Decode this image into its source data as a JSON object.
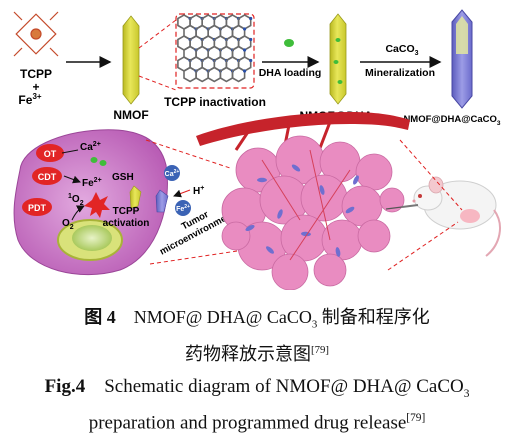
{
  "diagram": {
    "labels": {
      "tcpp": "TCPP",
      "plus": "+",
      "fe": "Fe",
      "fe_sup": "3+",
      "nmof": "NMOF",
      "tcpp_inactivation": "TCPP inactivation",
      "dha_loading": "DHA loading",
      "nmof_dha": "NMOF@DHA",
      "caco3": "CaCO",
      "caco3_sub": "3",
      "mineralization": "Mineralization",
      "nmof_dha_caco3": "NMOF@DHA@CaCO",
      "nmof_dha_caco3_sub": "3",
      "ot": "OT",
      "cdt": "CDT",
      "pdt": "PDT",
      "ca2": "Ca",
      "ca2_sup": "2+",
      "fe2": "Fe",
      "fe2_sup": "2+",
      "gsh": "GSH",
      "o2_singlet": "O",
      "o2_singlet_pre": "1",
      "o2_singlet_sub": "2",
      "o2": "O",
      "o2_sub": "2",
      "tcpp_activation_1": "TCPP",
      "tcpp_activation_2": "activation",
      "h_plus": "H",
      "h_plus_sup": "+",
      "ca_ion": "Ca",
      "ca_ion_sup": "2+",
      "fe_ion": "Fe",
      "fe_ion_sup": "2+",
      "tumor_1": "Tumor",
      "tumor_2": "microenvironment"
    },
    "colors": {
      "crystal_yellow": "#d9d83a",
      "crystal_blue": "#7f7fd6",
      "cell_fill": "#c879c4",
      "tumor_pink": "#e98cc1",
      "vessel_red": "#c6232b",
      "dashed_red": "#e02020"
    }
  },
  "caption": {
    "cn_fig_label": "图 4",
    "cn_line1_text": "NMOF@ DHA@ CaCO",
    "cn_line1_sub": "3",
    "cn_line1_rest": " 制备和程序化",
    "cn_line2_text": "药物释放示意图",
    "cn_line2_ref": "[79]",
    "en_fig_label": "Fig.4",
    "en_line1_text": "Schematic diagram of NMOF@ DHA@ CaCO",
    "en_line1_sub": "3",
    "en_line2_text": "preparation and programmed drug release",
    "en_line2_ref": "[79]"
  }
}
